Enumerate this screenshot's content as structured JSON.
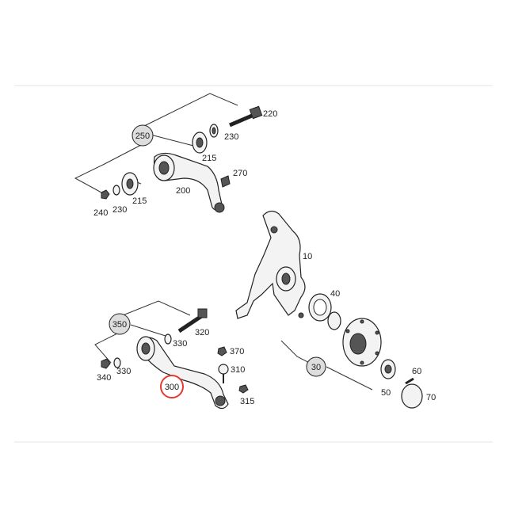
{
  "colors": {
    "highlight": "#e53935",
    "ink": "#222222",
    "circle_fill": "#dddddd"
  },
  "callouts": {
    "c250": "250",
    "c350": "350",
    "c30": "30",
    "c300": "300"
  },
  "labels": {
    "l220": "220",
    "l230a": "230",
    "l215a": "215",
    "l270": "270",
    "l200": "200",
    "l240": "240",
    "l230b": "230",
    "l215b": "215",
    "l10": "10",
    "l40": "40",
    "l320": "320",
    "l330a": "330",
    "l330b": "330",
    "l340": "340",
    "l370": "370",
    "l310": "310",
    "l315": "315",
    "l60": "60",
    "l50": "50",
    "l70": "70"
  },
  "highlighted_part": "300"
}
